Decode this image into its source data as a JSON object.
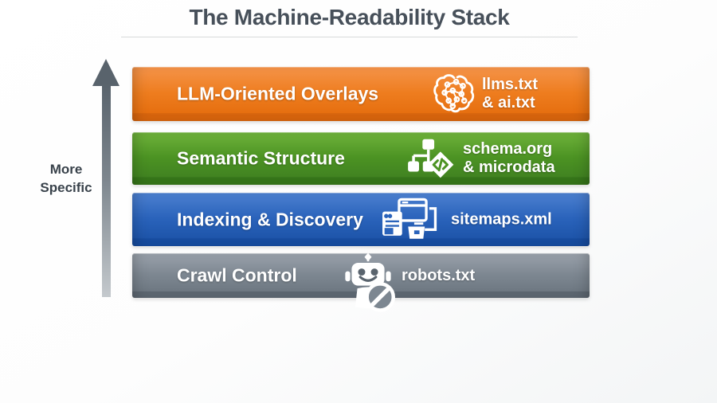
{
  "title": "The Machine-Readability Stack",
  "axis": {
    "label_line1": "More",
    "label_line2": "Specific",
    "arrow_color": "#59636c"
  },
  "layers": [
    {
      "id": "llm-oriented-overlays",
      "label": "LLM-Oriented Overlays",
      "artifact_line1": "llms.txt",
      "artifact_line2": "& ai.txt",
      "icon": "brain-network-icon",
      "colors": {
        "top": "#f5944a",
        "mid": "#ee7d1f",
        "bottom": "#e66f10",
        "strip": "#d6640e"
      }
    },
    {
      "id": "semantic-structure",
      "label": "Semantic Structure",
      "artifact_line1": "schema.org",
      "artifact_line2": "& microdata",
      "icon": "sitemap-code-icon",
      "colors": {
        "top": "#6fb23b",
        "mid": "#4c9323",
        "bottom": "#418321",
        "strip": "#36751a"
      }
    },
    {
      "id": "indexing-discovery",
      "label": "Indexing & Discovery",
      "artifact_line1": "sitemaps.xml",
      "artifact_line2": "",
      "icon": "browser-windows-icon",
      "colors": {
        "top": "#4c80d0",
        "mid": "#2a63bb",
        "bottom": "#1e55aa",
        "strip": "#174c9f"
      }
    },
    {
      "id": "crawl-control",
      "label": "Crawl Control",
      "artifact_line1": "robots.txt",
      "artifact_line2": "",
      "icon": "robot-blocked-icon",
      "colors": {
        "top": "#9fa6adb0",
        "mid": "#7d8791",
        "bottom": "#6e7882",
        "strip": "#5d6771"
      }
    }
  ]
}
